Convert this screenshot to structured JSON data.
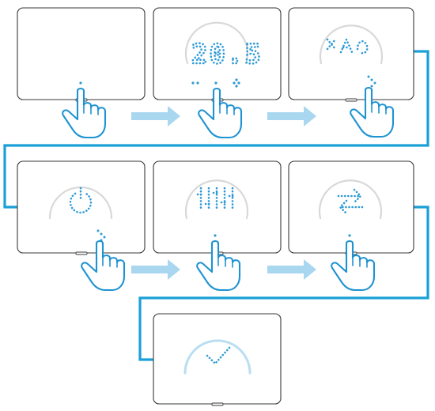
{
  "diagram": {
    "accent_color": "#2e9bd6",
    "connector_color": "#1aa0d8",
    "arrow_color": "#a9d7f0",
    "steps": [
      {
        "id": 1,
        "display": "",
        "icon": "blank-screen",
        "touch": "tap"
      },
      {
        "id": 2,
        "display": "20.5",
        "icon": "temperature-readout",
        "touch": "tap"
      },
      {
        "id": 3,
        "display": "",
        "icon": "auto-mode-icon",
        "touch": "swipe"
      },
      {
        "id": 4,
        "display": "",
        "icon": "power-icon",
        "touch": "swipe"
      },
      {
        "id": 5,
        "display": "",
        "icon": "sliders-icon",
        "touch": "tap"
      },
      {
        "id": 6,
        "display": "",
        "icon": "swap-arrows-icon",
        "touch": "tap"
      },
      {
        "id": 7,
        "display": "",
        "icon": "check-icon",
        "touch": "none"
      }
    ]
  }
}
